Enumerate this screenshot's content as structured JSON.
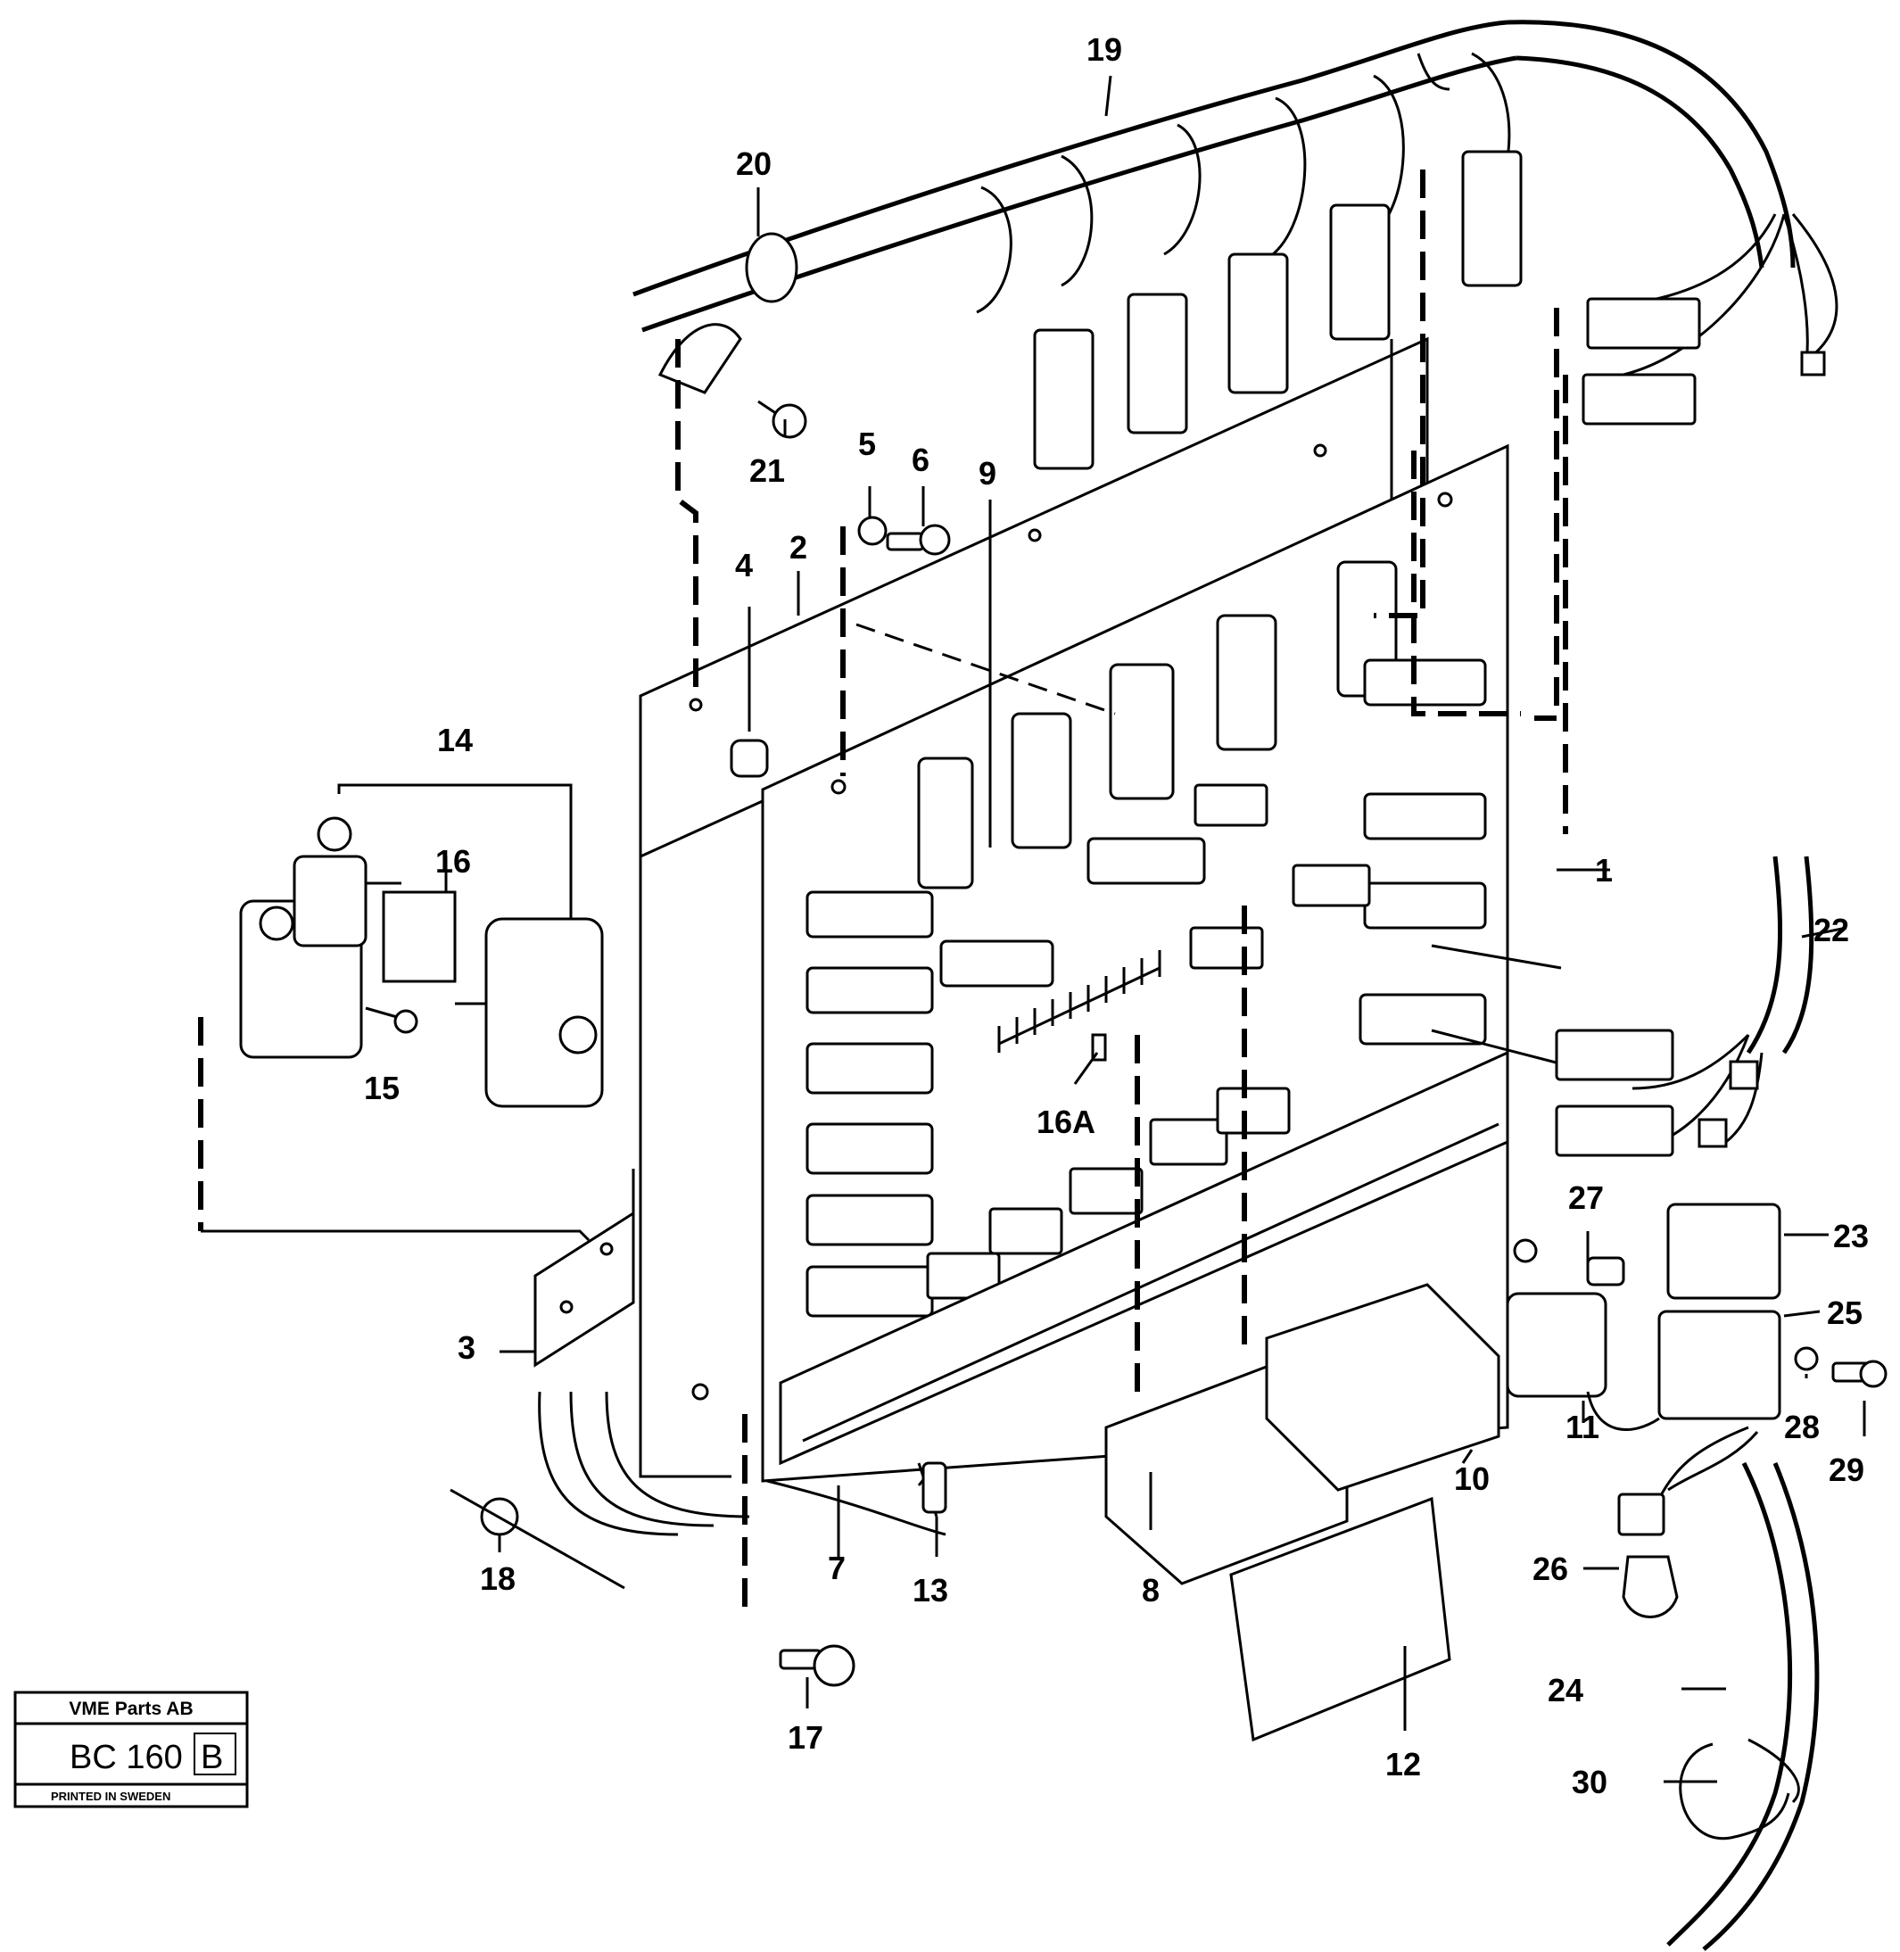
{
  "diagram": {
    "parts": [
      {
        "id": "1",
        "label": "1"
      },
      {
        "id": "2",
        "label": "2"
      },
      {
        "id": "3",
        "label": "3"
      },
      {
        "id": "4",
        "label": "4"
      },
      {
        "id": "5",
        "label": "5"
      },
      {
        "id": "6",
        "label": "6"
      },
      {
        "id": "7",
        "label": "7"
      },
      {
        "id": "8",
        "label": "8"
      },
      {
        "id": "9",
        "label": "9"
      },
      {
        "id": "10",
        "label": "10"
      },
      {
        "id": "11",
        "label": "11"
      },
      {
        "id": "12",
        "label": "12"
      },
      {
        "id": "13",
        "label": "13"
      },
      {
        "id": "14",
        "label": "14"
      },
      {
        "id": "15",
        "label": "15"
      },
      {
        "id": "16",
        "label": "16"
      },
      {
        "id": "16A",
        "label": "16A"
      },
      {
        "id": "17",
        "label": "17"
      },
      {
        "id": "18",
        "label": "18"
      },
      {
        "id": "19",
        "label": "19"
      },
      {
        "id": "20",
        "label": "20"
      },
      {
        "id": "21",
        "label": "21"
      },
      {
        "id": "22",
        "label": "22"
      },
      {
        "id": "23",
        "label": "23"
      },
      {
        "id": "24",
        "label": "24"
      },
      {
        "id": "25",
        "label": "25"
      },
      {
        "id": "26",
        "label": "26"
      },
      {
        "id": "27",
        "label": "27"
      },
      {
        "id": "28",
        "label": "28"
      },
      {
        "id": "29",
        "label": "29"
      },
      {
        "id": "30",
        "label": "30"
      }
    ]
  },
  "stamp": {
    "company": "VME Parts AB",
    "code_main": "BC 160",
    "code_rev": "B",
    "printed": "PRINTED IN SWEDEN"
  }
}
